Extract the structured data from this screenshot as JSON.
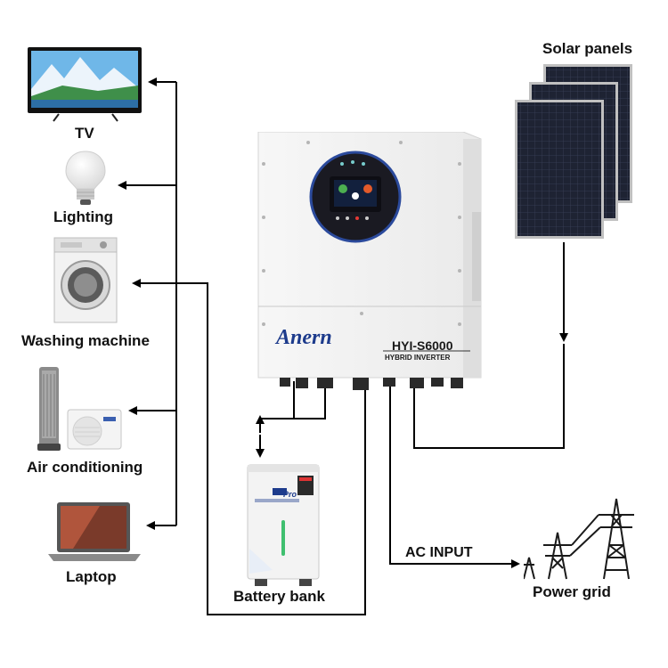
{
  "appliances": {
    "tv": "TV",
    "lighting": "Lighting",
    "washing_machine": "Washing machine",
    "air_conditioning": "Air conditioning",
    "laptop": "Laptop"
  },
  "solar_panels": "Solar panels",
  "battery_bank": "Battery bank",
  "ac_input": "AC INPUT",
  "power_grid": "Power grid",
  "inverter": {
    "brand": "Anern",
    "model": "HYI-S6000",
    "subtitle": "HYBRID INVERTER"
  },
  "battery": {
    "badge": "Pro"
  },
  "colors": {
    "line": "#000000",
    "inverter_body": "#f4f4f4",
    "panel_cell": "#1e2333",
    "display_ring": "#2b4a9c",
    "brand_blue": "#1d3b8c"
  }
}
